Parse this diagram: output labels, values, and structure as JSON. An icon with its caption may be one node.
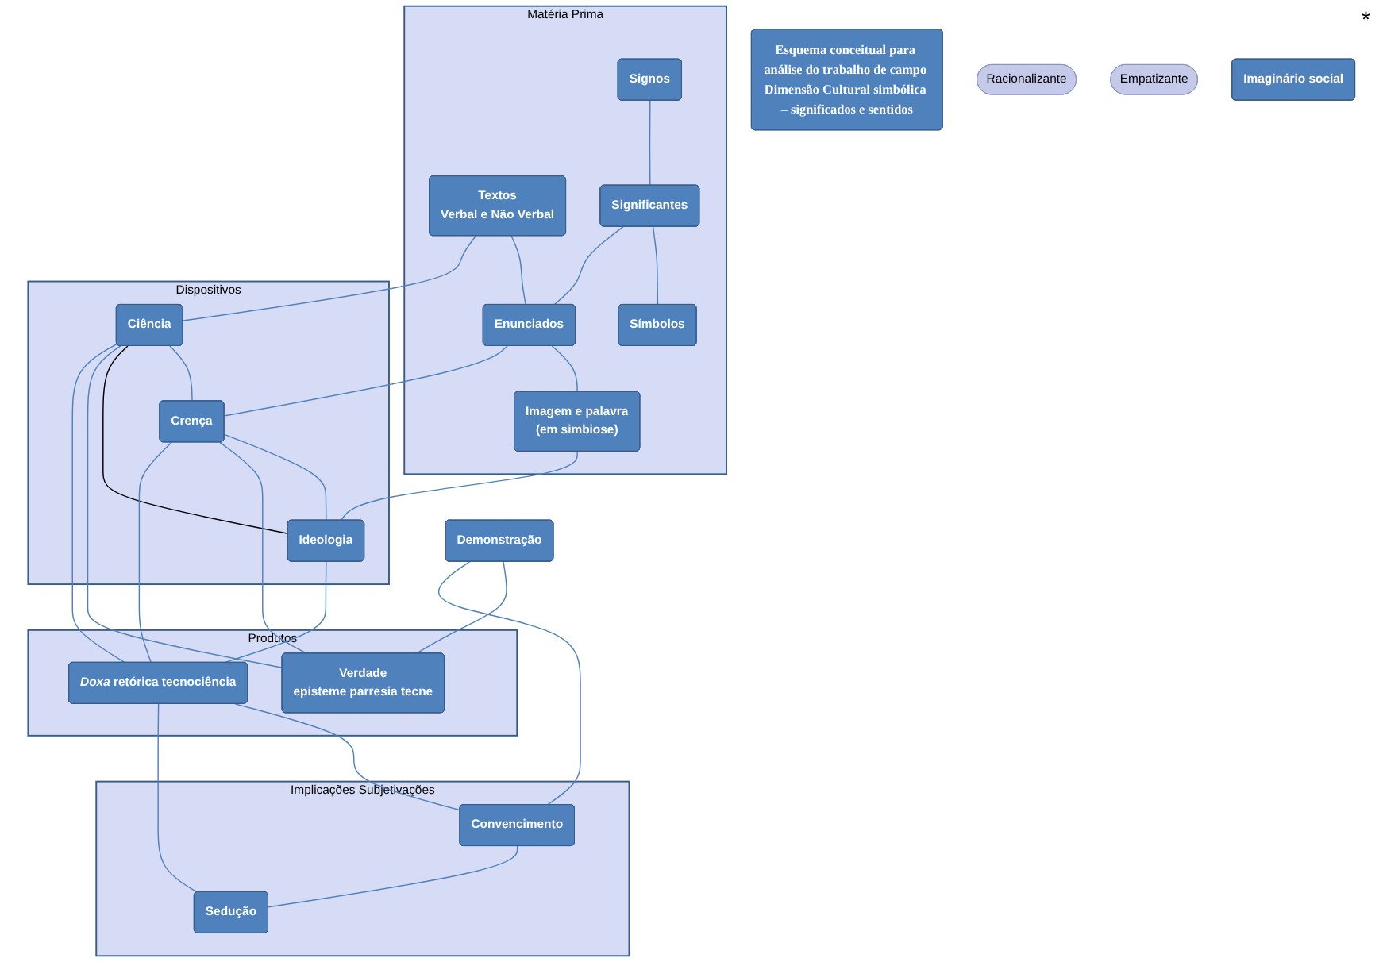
{
  "diagram": {
    "nodes": [
      {
        "text": [
          "Esquema conceitual para análise do trabalho de campo Dimensão Cultural simbólica – significados e sentidos"
        ]
      },
      {
        "text": [
          "Racionalizante"
        ]
      },
      {
        "text": [
          "Matéria Prima"
        ]
      },
      {
        "text": [
          "Signos"
        ],
        "in": 2
      },
      {
        "text": [
          "Textos",
          "Verbal e Não Verbal"
        ],
        "in": 2
      },
      {
        "text": [
          "Significantes"
        ],
        "in": 2
      },
      {
        "text": [
          "Enunciados"
        ],
        "in": 2
      },
      {
        "text": [
          "Símbolos"
        ],
        "in": 2
      },
      {
        "text": [
          "Imagem e palavra",
          "(em simbiose)"
        ],
        "in": 2
      },
      {
        "text": [
          "Dispositivos"
        ]
      },
      {
        "text": [
          "Ciência"
        ],
        "in": 9
      },
      {
        "text": [
          "Crença"
        ],
        "in": 9
      },
      {
        "text": [
          "Ideologia"
        ],
        "in": 9
      },
      {
        "text": [
          "Produtos"
        ]
      },
      {
        "text": [
          "Verdade",
          "episteme parresia tecne"
        ],
        "in": 13
      },
      {
        "text": [
          "*Doxa* retórica tecnociência"
        ],
        "in": 13
      },
      {
        "text": [
          "Demonstração"
        ]
      },
      {
        "text": [
          "Implicações Subjetivações"
        ]
      },
      {
        "text": [
          "Convencimento"
        ],
        "in": 17
      },
      {
        "text": [
          "Sedução"
        ],
        "in": 17
      },
      {
        "text": [
          "Empatizante"
        ]
      },
      {
        "text": [
          "Imaginário social"
        ]
      }
    ],
    "edges": [
      {
        "from": 3,
        "to": 5,
        "arrow": "none"
      },
      {
        "from": 5,
        "to": 7,
        "arrow": "none"
      },
      {
        "from": 5,
        "to": 6,
        "arrow": "none"
      },
      {
        "from": 4,
        "to": 6,
        "arrow": "none"
      },
      {
        "from": 6,
        "to": 8,
        "arrow": "none"
      },
      {
        "from": 4,
        "to": 10,
        "arrow": "none"
      },
      {
        "from": 6,
        "to": 11,
        "arrow": "none"
      },
      {
        "from": 8,
        "to": 12,
        "arrow": "none"
      },
      {
        "from": 10,
        "to": 11,
        "arrow": "none"
      },
      {
        "from": 11,
        "to": 12,
        "arrow": "none"
      },
      {
        "from": 10,
        "to": 12,
        "arrow": "none",
        "color": "#000000"
      },
      {
        "from": 10,
        "to": 14,
        "arrow": "none"
      },
      {
        "from": 10,
        "to": 15,
        "arrow": "none"
      },
      {
        "from": 11,
        "to": 14,
        "arrow": "none"
      },
      {
        "from": 11,
        "to": 15,
        "arrow": "none"
      },
      {
        "from": 12,
        "to": 15,
        "arrow": "none"
      },
      {
        "from": 16,
        "to": 14,
        "arrow": "none"
      },
      {
        "from": 16,
        "to": 18,
        "arrow": "none"
      },
      {
        "from": 18,
        "to": 19,
        "arrow": "none"
      },
      {
        "from": 15,
        "to": 18,
        "arrow": "none"
      },
      {
        "from": 15,
        "to": 19,
        "arrow": "none"
      }
    ],
    "labels": [
      "*"
    ]
  }
}
